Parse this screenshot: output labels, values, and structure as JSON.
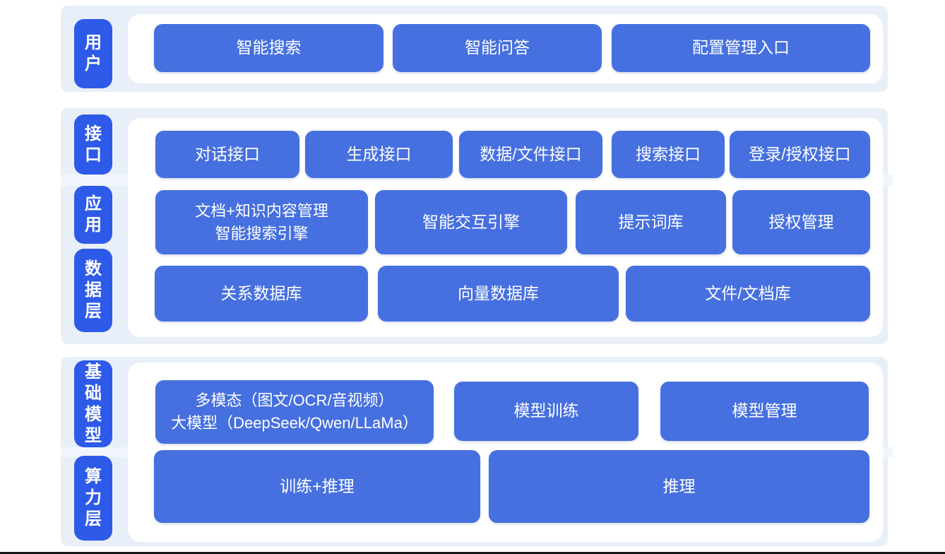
{
  "colors": {
    "label_pill": "#2d5ae8",
    "box_blue": "#4670df",
    "band_bg": "#e9eff8",
    "panel_bg": "#ffffff",
    "box_text": "#ffffff",
    "divider": "#f1f6fc",
    "bottom_bar": "#151515"
  },
  "sections": {
    "user": {
      "label": "用户",
      "boxes": {
        "smart_search": "智能搜索",
        "smart_qa": "智能问答",
        "config_entry": "配置管理入口"
      }
    },
    "platform": {
      "labels": {
        "interface": "接口",
        "application": "应用",
        "data_layer": "数据层"
      },
      "interface_row": {
        "dialog": "对话接口",
        "generation": "生成接口",
        "data_file": "数据/文件接口",
        "search": "搜索接口",
        "login_auth": "登录/授权接口"
      },
      "application_row": {
        "doc_line1": "文档+知识内容管理",
        "doc_line2": "智能搜索引擎",
        "interaction_engine": "智能交互引擎",
        "prompt_library": "提示词库",
        "auth_management": "授权管理"
      },
      "data_row": {
        "relational_db": "关系数据库",
        "vector_db": "向量数据库",
        "file_doc_store": "文件/文档库"
      }
    },
    "foundation": {
      "labels": {
        "base_model": "基础模型",
        "compute_layer": "算力层"
      },
      "model_row": {
        "multimodal_line1": "多模态（图文/OCR/音视频）",
        "multimodal_line2": "大模型（DeepSeek/Qwen/LLaMa）",
        "model_training": "模型训练",
        "model_management": "模型管理"
      },
      "compute_row": {
        "train_inference": "训练+推理",
        "inference": "推理"
      }
    }
  }
}
